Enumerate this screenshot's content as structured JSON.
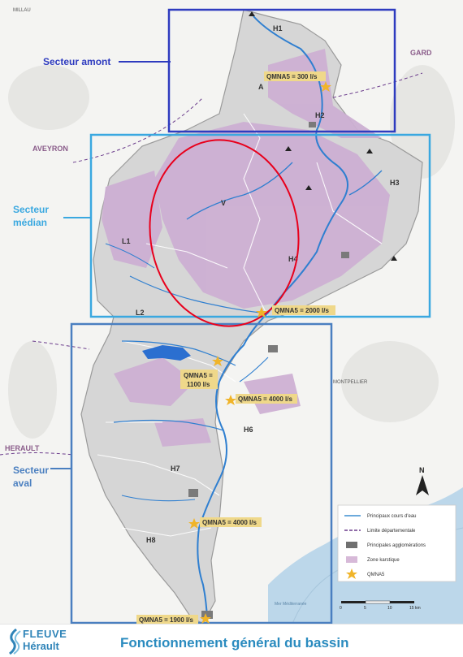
{
  "sectors": {
    "amont": "Secteur amont",
    "median_l1": "Secteur",
    "median_l2": "médian",
    "aval_l1": "Secteur",
    "aval_l2": "aval"
  },
  "regions": {
    "gard": "GARD",
    "aveyron": "AVEYRON",
    "herault": "HERAULT",
    "millau": "MILLAU",
    "montpellier": "MONTPELLIER"
  },
  "zones": [
    "H1",
    "H2",
    "H3",
    "H4",
    "H6",
    "H7",
    "H8",
    "A",
    "V",
    "L1",
    "L2"
  ],
  "qmna": [
    "QMNA5 = 300 l/s",
    "QMNA5 = 2000 l/s",
    "QMNA5 =",
    "1100 l/s",
    "QMNA5 = 4000 l/s",
    "QMNA5 = 4000 l/s",
    "QMNA5 = 1900 l/s"
  ],
  "legend": [
    {
      "label": "Principaux cours d'eau",
      "color": "#3b8ed0"
    },
    {
      "label": "Limite départementale",
      "color": "#6b3c8c"
    },
    {
      "label": "Principales agglomérations",
      "color": "#707070"
    },
    {
      "label": "Zone karstique",
      "color": "#d7b9d8"
    },
    {
      "label": "QMNA5",
      "color": "#f0b429"
    }
  ],
  "scale": [
    "0",
    "5",
    "10",
    "15 km"
  ],
  "sea_label": "Mer Méditerranée",
  "logo": {
    "line1": "FLEUVE",
    "line2": "Hérault"
  },
  "footer_title": "Fonctionnement général du bassin",
  "colors": {
    "amont_box": "#2e3bbf",
    "median_box": "#3aa8e0",
    "aval_box": "#4a7fc0",
    "highlight": "#e8001c",
    "river": "#2f7fd0",
    "karst": "#c9a9cf",
    "basin": "#d4d4d4",
    "qmna_bg": "#efd88a"
  }
}
